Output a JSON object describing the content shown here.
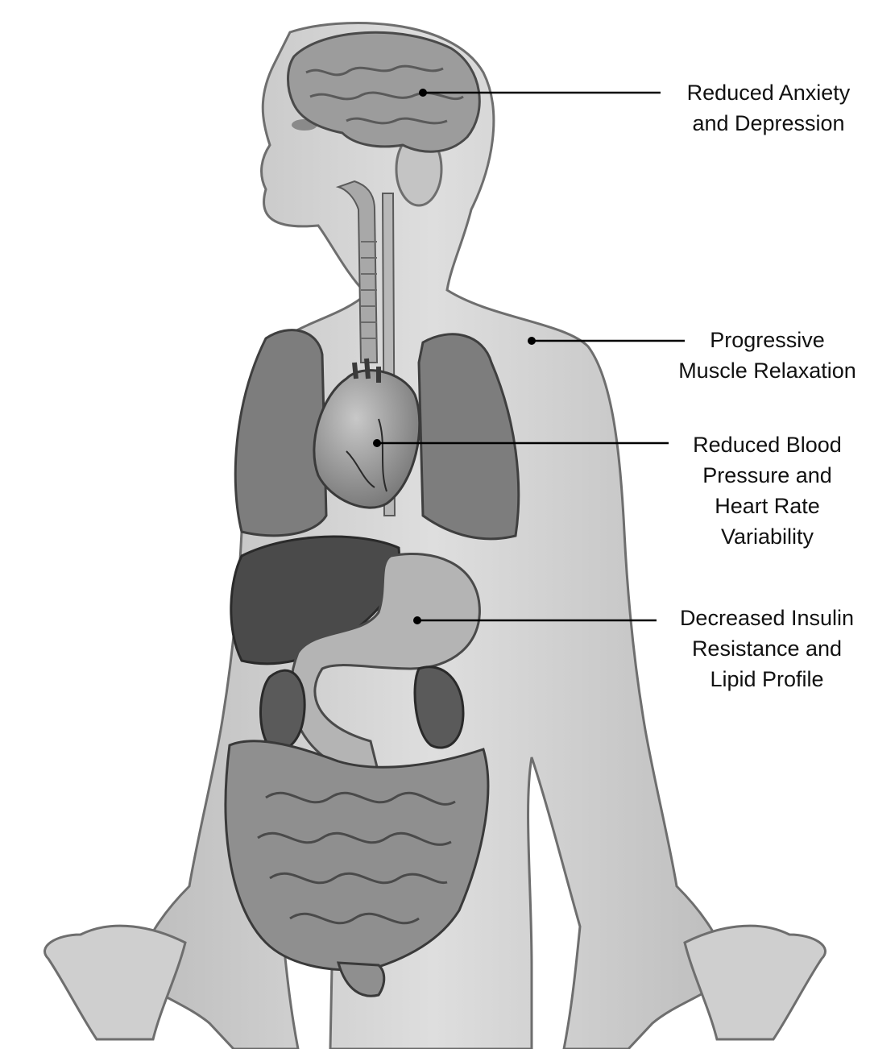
{
  "callouts": [
    {
      "organ": "brain",
      "lines": [
        "Reduced Anxiety",
        "and Depression"
      ]
    },
    {
      "organ": "shoulder-muscle",
      "lines": [
        "Progressive",
        "Muscle Relaxation"
      ]
    },
    {
      "organ": "heart",
      "lines": [
        "Reduced Blood",
        "Pressure and",
        "Heart Rate",
        "Variability"
      ]
    },
    {
      "organ": "stomach",
      "lines": [
        "Decreased Insulin",
        "Resistance and",
        "Lipid Profile"
      ]
    }
  ],
  "colors": {
    "skin": "#d2d2d2",
    "outline": "#6e6e6e",
    "lung": "#7d7d7d",
    "liver": "#4a4a4a",
    "heart": "#9a9a9a",
    "stomach": "#b4b4b4",
    "intestine": "#8f8f8f",
    "leader": "#000000"
  }
}
